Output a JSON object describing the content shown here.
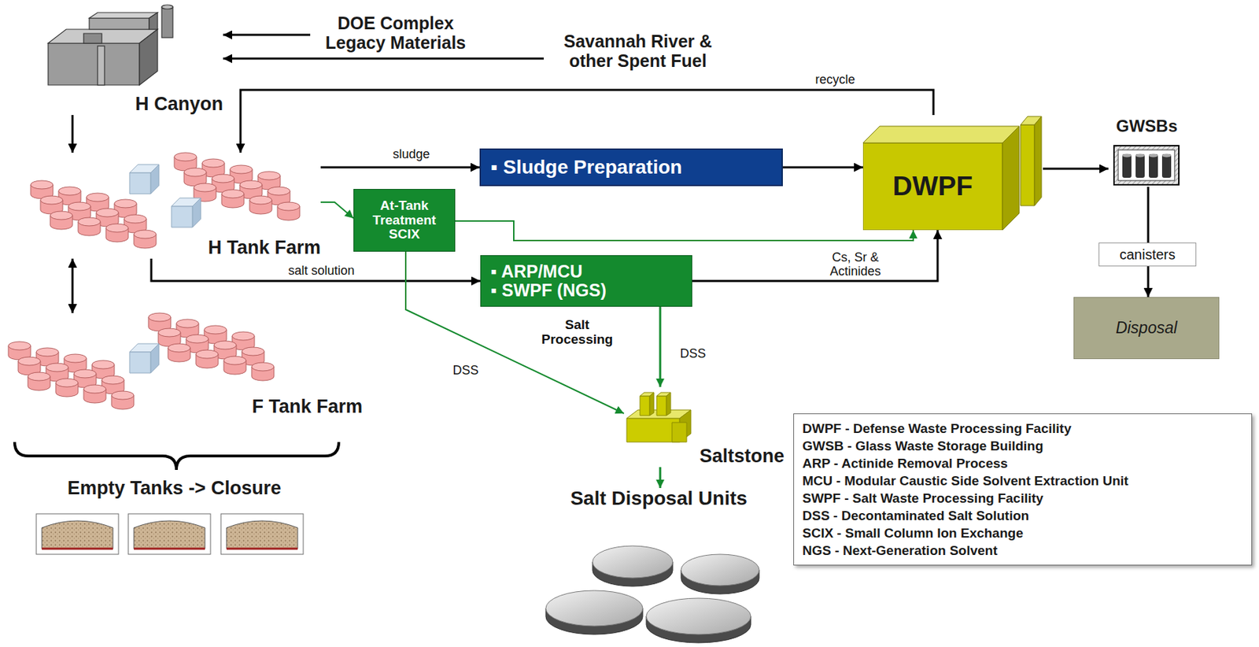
{
  "diagram": {
    "nodes": [
      {
        "text": [
          "H Canyon"
        ]
      },
      {
        "text": [
          "DOE Complex Legacy Materials"
        ]
      },
      {
        "text": [
          "Savannah River & other Spent Fuel"
        ]
      },
      {
        "text": [
          "H Tank Farm"
        ]
      },
      {
        "text": [
          "At-Tank Treatment SCIX"
        ]
      },
      {
        "text": [
          "▪ Sludge Preparation"
        ]
      },
      {
        "text": [
          "▪ ARP/MCU",
          "▪ SWPF (NGS)"
        ]
      },
      {
        "text": [
          "DWPF"
        ]
      },
      {
        "text": [
          "GWSBs"
        ]
      },
      {
        "text": [
          "Disposal"
        ]
      },
      {
        "text": [
          "Saltstone"
        ]
      },
      {
        "text": [
          "Salt Disposal Units"
        ]
      },
      {
        "text": [
          "F Tank Farm"
        ]
      },
      {
        "text": [
          "Empty Tanks -> Closure"
        ]
      }
    ],
    "edges": [
      {
        "from": 1,
        "to": 0,
        "arrow": "to"
      },
      {
        "from": 2,
        "to": 0,
        "arrow": "to"
      },
      {
        "from": 0,
        "to": 3,
        "arrow": "to"
      },
      {
        "from": 3,
        "to": 12,
        "arrow": "both"
      },
      {
        "from": 3,
        "to": 5,
        "label": "sludge",
        "arrow": "to"
      },
      {
        "from": 5,
        "to": 7,
        "arrow": "to"
      },
      {
        "from": 7,
        "to": 3,
        "label": "recycle",
        "arrow": "to"
      },
      {
        "from": 3,
        "to": 4,
        "arrow": "to"
      },
      {
        "from": 4,
        "to": 7,
        "arrow": "to"
      },
      {
        "from": 3,
        "to": 6,
        "label": "salt solution",
        "arrow": "to"
      },
      {
        "from": 6,
        "to": 7,
        "label": "Cs, Sr & Actinides",
        "arrow": "to"
      },
      {
        "from": 4,
        "to": 10,
        "label": "DSS",
        "arrow": "to"
      },
      {
        "from": 6,
        "to": 10,
        "label": "DSS",
        "arrow": "to"
      },
      {
        "from": 10,
        "to": 11,
        "arrow": "to"
      },
      {
        "from": 7,
        "to": 8,
        "arrow": "to"
      },
      {
        "from": 8,
        "to": 9,
        "label": "canisters",
        "arrow": "to"
      }
    ],
    "labels": [
      "Salt Processing"
    ],
    "legend": [
      {
        "text": "DWPF - Defense Waste Processing Facility"
      },
      {
        "text": "GWSB - Glass Waste Storage Building"
      },
      {
        "text": "ARP - Actinide Removal Process"
      },
      {
        "text": "MCU - Modular Caustic Side Solvent Extraction Unit"
      },
      {
        "text": "SWPF - Salt Waste Processing Facility"
      },
      {
        "text": "DSS - Decontaminated Salt Solution"
      },
      {
        "text": "SCIX - Small Column Ion Exchange"
      },
      {
        "text": "NGS - Next-Generation Solvent"
      }
    ]
  }
}
